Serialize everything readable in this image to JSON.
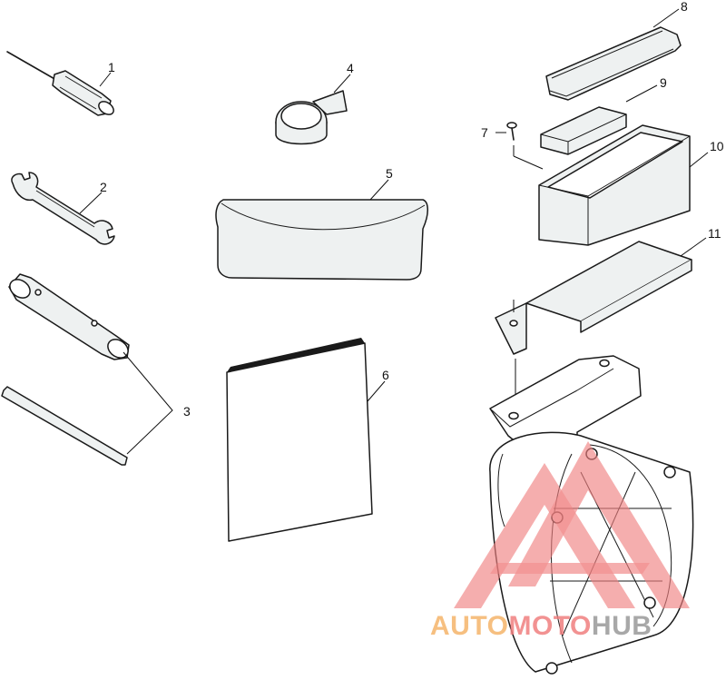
{
  "parts": [
    {
      "id": "screwdriver",
      "number": "1"
    },
    {
      "id": "wrench",
      "number": "2"
    },
    {
      "id": "spark-plug-socket",
      "number": "3"
    },
    {
      "id": "tape-roll",
      "number": "4"
    },
    {
      "id": "tool-pouch",
      "number": "5"
    },
    {
      "id": "owners-manual",
      "number": "6"
    },
    {
      "id": "screw",
      "number": "7"
    },
    {
      "id": "box-lid",
      "number": "8"
    },
    {
      "id": "pad",
      "number": "9"
    },
    {
      "id": "tool-box",
      "number": "10"
    },
    {
      "id": "mount-bracket",
      "number": "11"
    }
  ],
  "watermark": {
    "part1": "AUTO",
    "part2": "MOTO",
    "part3": "HUB",
    "color_orange": "#f5b56a",
    "color_red": "#f08080",
    "color_grey": "#9a9a9a"
  }
}
